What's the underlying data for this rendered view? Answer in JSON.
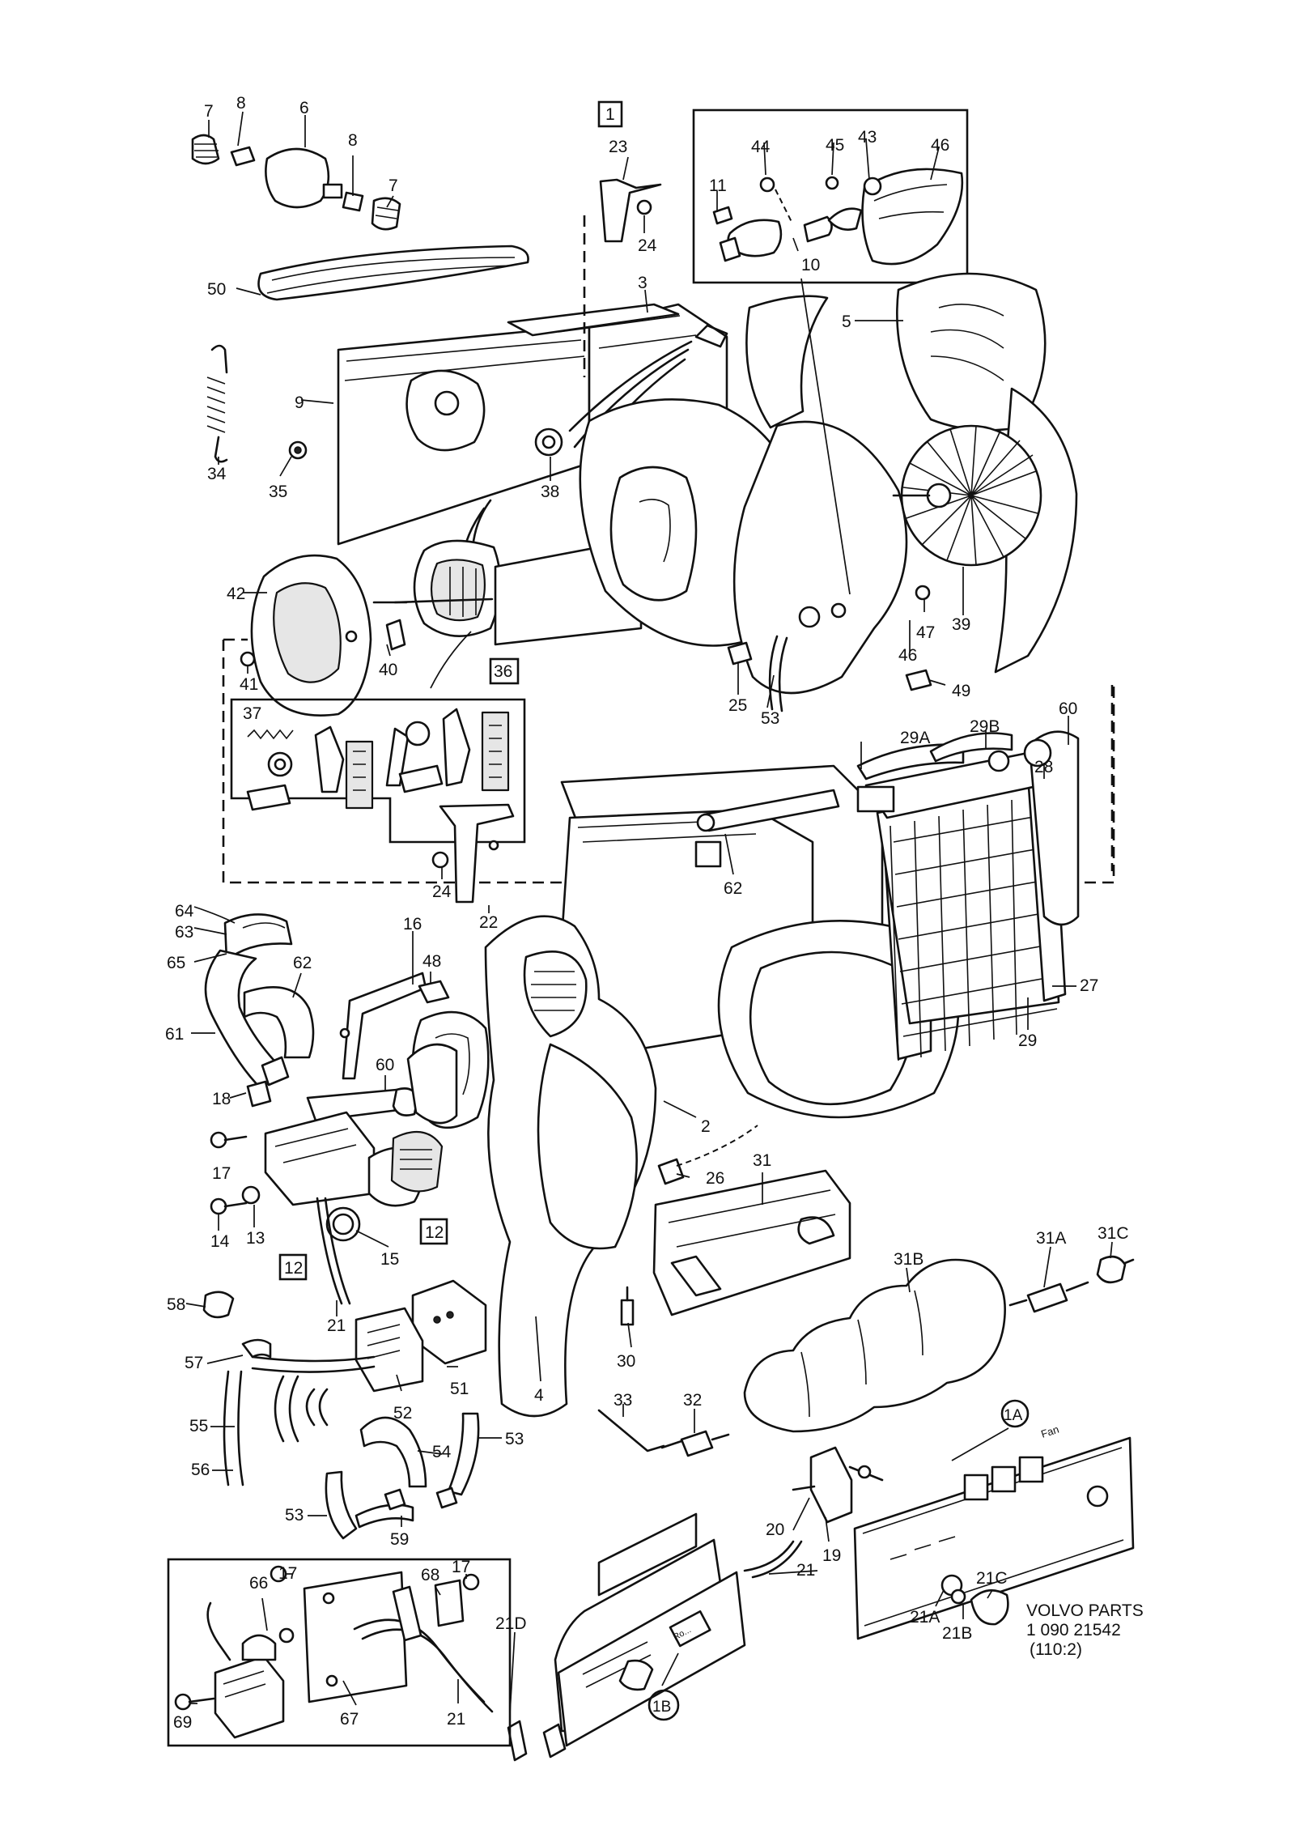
{
  "diagram": {
    "callouts": [
      {
        "id": "c7a",
        "text": "7"
      },
      {
        "id": "c8a",
        "text": "8"
      },
      {
        "id": "c6",
        "text": "6"
      },
      {
        "id": "c8b",
        "text": "8"
      },
      {
        "id": "c7b",
        "text": "7"
      },
      {
        "id": "c1",
        "text": "1"
      },
      {
        "id": "c23",
        "text": "23"
      },
      {
        "id": "c24a",
        "text": "24"
      },
      {
        "id": "c3",
        "text": "3"
      },
      {
        "id": "c50",
        "text": "50"
      },
      {
        "id": "c9",
        "text": "9"
      },
      {
        "id": "c34",
        "text": "34"
      },
      {
        "id": "c35",
        "text": "35"
      },
      {
        "id": "c38",
        "text": "38"
      },
      {
        "id": "c5",
        "text": "5"
      },
      {
        "id": "c44",
        "text": "44"
      },
      {
        "id": "c45",
        "text": "45"
      },
      {
        "id": "c43",
        "text": "43"
      },
      {
        "id": "c46a",
        "text": "46"
      },
      {
        "id": "c11",
        "text": "11"
      },
      {
        "id": "c10",
        "text": "10"
      },
      {
        "id": "c42",
        "text": "42"
      },
      {
        "id": "c41",
        "text": "41"
      },
      {
        "id": "c40",
        "text": "40"
      },
      {
        "id": "c36",
        "text": "36"
      },
      {
        "id": "c25",
        "text": "25"
      },
      {
        "id": "c53a",
        "text": "53"
      },
      {
        "id": "c46b",
        "text": "46"
      },
      {
        "id": "c47",
        "text": "47"
      },
      {
        "id": "c39",
        "text": "39"
      },
      {
        "id": "c49",
        "text": "49"
      },
      {
        "id": "c37",
        "text": "37"
      },
      {
        "id": "c29A",
        "text": "29A"
      },
      {
        "id": "c29B",
        "text": "29B"
      },
      {
        "id": "c60a",
        "text": "60"
      },
      {
        "id": "c28",
        "text": "28"
      },
      {
        "id": "c62a",
        "text": "62"
      },
      {
        "id": "c24b",
        "text": "24"
      },
      {
        "id": "c22",
        "text": "22"
      },
      {
        "id": "c64",
        "text": "64"
      },
      {
        "id": "c63",
        "text": "63"
      },
      {
        "id": "c65",
        "text": "65"
      },
      {
        "id": "c62b",
        "text": "62"
      },
      {
        "id": "c61",
        "text": "61"
      },
      {
        "id": "c16",
        "text": "16"
      },
      {
        "id": "c48",
        "text": "48"
      },
      {
        "id": "c27",
        "text": "27"
      },
      {
        "id": "c29",
        "text": "29"
      },
      {
        "id": "c18",
        "text": "18"
      },
      {
        "id": "c60b",
        "text": "60"
      },
      {
        "id": "c17a",
        "text": "17"
      },
      {
        "id": "c2",
        "text": "2"
      },
      {
        "id": "c26",
        "text": "26"
      },
      {
        "id": "c31",
        "text": "31"
      },
      {
        "id": "c14",
        "text": "14"
      },
      {
        "id": "c13",
        "text": "13"
      },
      {
        "id": "c12a",
        "text": "12"
      },
      {
        "id": "c12b",
        "text": "12"
      },
      {
        "id": "c15",
        "text": "15"
      },
      {
        "id": "c21a",
        "text": "21"
      },
      {
        "id": "c31C",
        "text": "31C"
      },
      {
        "id": "c31A",
        "text": "31A"
      },
      {
        "id": "c31B",
        "text": "31B"
      },
      {
        "id": "c58",
        "text": "58"
      },
      {
        "id": "c30",
        "text": "30"
      },
      {
        "id": "c57",
        "text": "57"
      },
      {
        "id": "c51",
        "text": "51"
      },
      {
        "id": "c52",
        "text": "52"
      },
      {
        "id": "c4",
        "text": "4"
      },
      {
        "id": "c55",
        "text": "55"
      },
      {
        "id": "c33",
        "text": "33"
      },
      {
        "id": "c32",
        "text": "32"
      },
      {
        "id": "c54",
        "text": "54"
      },
      {
        "id": "c53b",
        "text": "53"
      },
      {
        "id": "c56",
        "text": "56"
      },
      {
        "id": "c1A",
        "text": "1A"
      },
      {
        "id": "c53c",
        "text": "53"
      },
      {
        "id": "c59",
        "text": "59"
      },
      {
        "id": "c20",
        "text": "20"
      },
      {
        "id": "c19",
        "text": "19"
      },
      {
        "id": "c66",
        "text": "66"
      },
      {
        "id": "c17b",
        "text": "17"
      },
      {
        "id": "c68",
        "text": "68"
      },
      {
        "id": "c17c",
        "text": "17"
      },
      {
        "id": "c21b",
        "text": "21"
      },
      {
        "id": "c21A",
        "text": "21A"
      },
      {
        "id": "c21B",
        "text": "21B"
      },
      {
        "id": "c21C",
        "text": "21C"
      },
      {
        "id": "c21D",
        "text": "21D"
      },
      {
        "id": "c69",
        "text": "69"
      },
      {
        "id": "c67",
        "text": "67"
      },
      {
        "id": "c21c",
        "text": "21"
      },
      {
        "id": "c1B",
        "text": "1B"
      }
    ],
    "reference": {
      "line1": "VOLVO PARTS",
      "line2": "1  090  21542",
      "line3": "(110:2)"
    },
    "panel_text": {
      "panel_1A": "Fan",
      "panel_1B": "Ro..."
    }
  }
}
